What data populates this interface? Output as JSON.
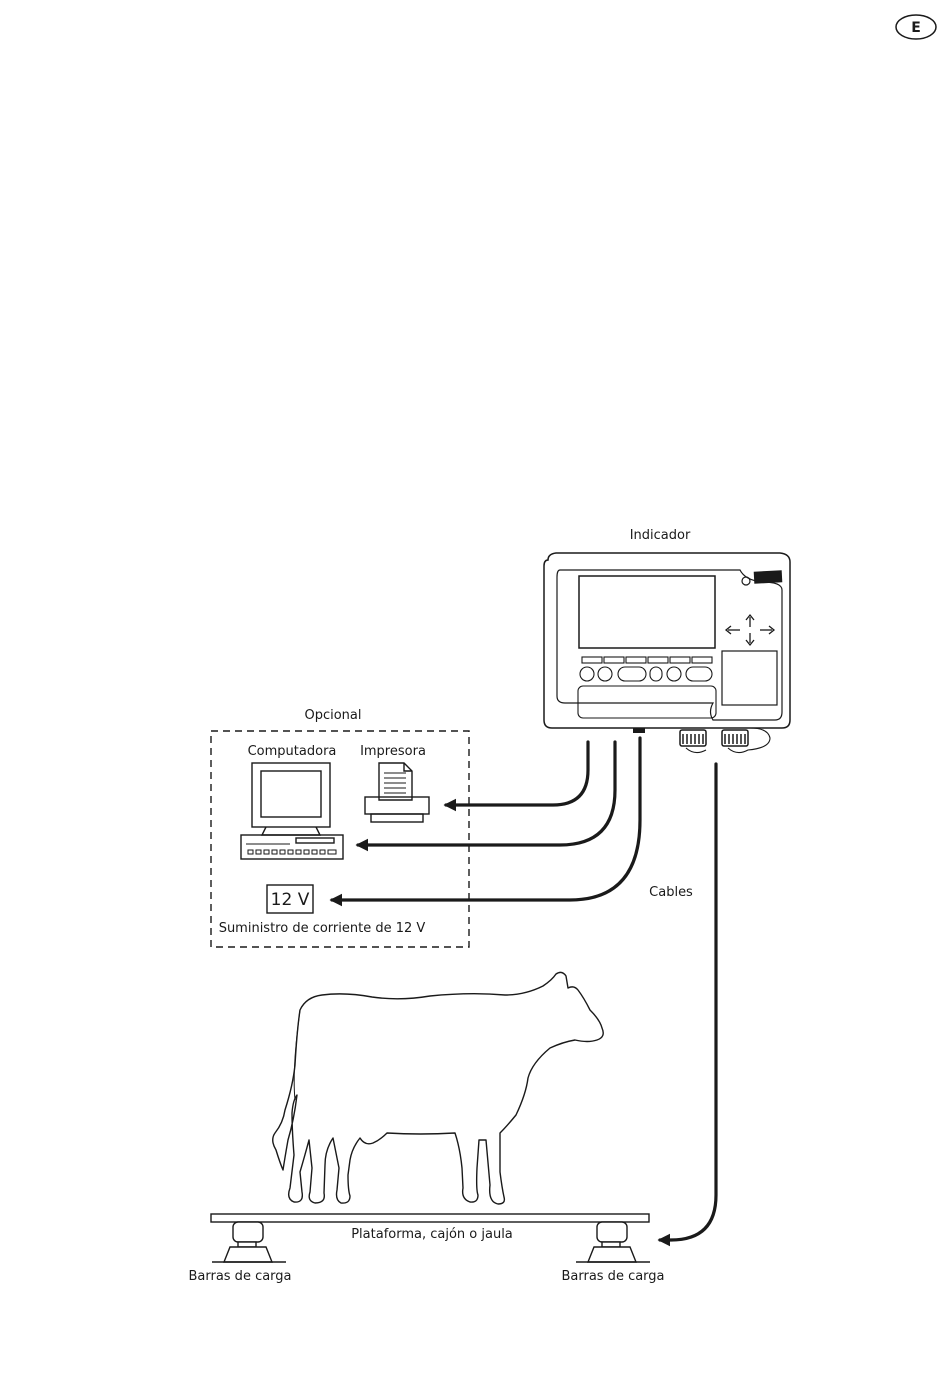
{
  "page": {
    "lang_badge": "E"
  },
  "labels": {
    "indicador": "Indicador",
    "opcional": "Opcional",
    "computadora": "Computadora",
    "impresora": "Impresora",
    "voltage": "12 V",
    "suministro": "Suministro de corriente de 12 V",
    "cables": "Cables",
    "plataforma": "Plataforma, cajón o jaula",
    "barras_left": "Barras de carga",
    "barras_right": "Barras de carga"
  },
  "icons": {
    "indicator": "weighing-indicator-icon",
    "computer": "computer-icon",
    "printer": "printer-icon",
    "cow": "cow-icon",
    "load_bar": "load-bar-icon"
  },
  "colors": {
    "line": "#1a1a1a",
    "background": "#ffffff"
  }
}
